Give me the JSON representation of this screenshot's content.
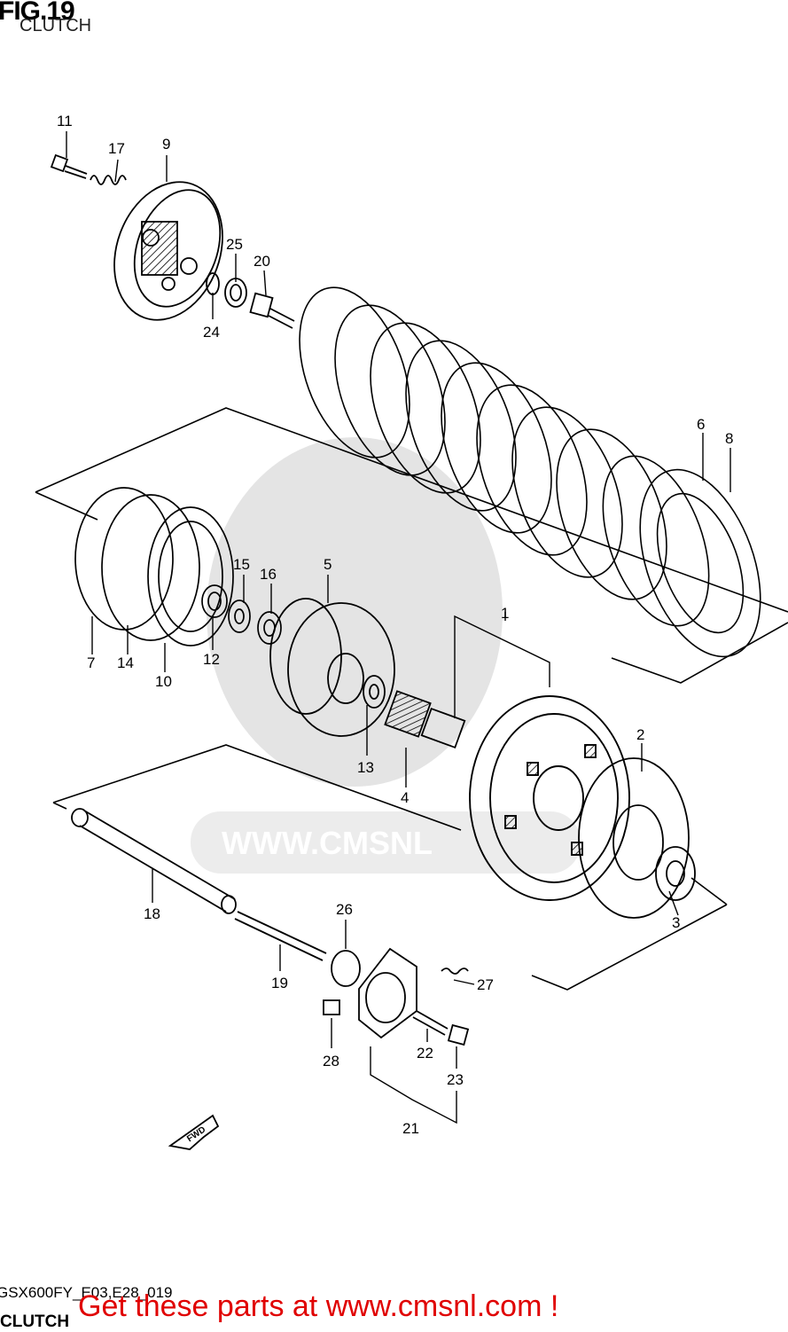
{
  "figure": {
    "title": "FIG.19",
    "subtitle": "CLUTCH",
    "model_code": "GSX600FY_E03,E28_019",
    "footer_subtitle": "CLUTCH",
    "promo_text": "Get these parts at www.cmsnl.com !",
    "watermark": "WWW.CMSNL",
    "direction_label": "FWD"
  },
  "callouts": [
    "1",
    "2",
    "3",
    "4",
    "5",
    "6",
    "7",
    "8",
    "9",
    "10",
    "11",
    "12",
    "13",
    "14",
    "15",
    "16",
    "17",
    "18",
    "19",
    "20",
    "21",
    "22",
    "23",
    "24",
    "25",
    "26",
    "27",
    "28"
  ],
  "colors": {
    "line": "#000000",
    "promo": "#e00000",
    "watermark": "#e4e4e4"
  }
}
